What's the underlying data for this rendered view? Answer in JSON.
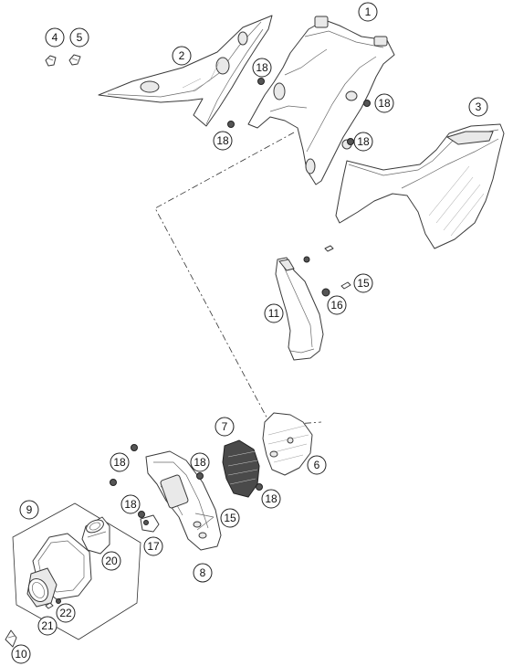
{
  "callouts": [
    {
      "id": "c1",
      "label": "1"
    },
    {
      "id": "c2",
      "label": "2"
    },
    {
      "id": "c3",
      "label": "3"
    },
    {
      "id": "c4",
      "label": "4"
    },
    {
      "id": "c5",
      "label": "5"
    },
    {
      "id": "c6",
      "label": "6"
    },
    {
      "id": "c7",
      "label": "7"
    },
    {
      "id": "c8",
      "label": "8"
    },
    {
      "id": "c9",
      "label": "9"
    },
    {
      "id": "c10",
      "label": "10"
    },
    {
      "id": "c11",
      "label": "11"
    },
    {
      "id": "c15a",
      "label": "15"
    },
    {
      "id": "c15b",
      "label": "15"
    },
    {
      "id": "c16",
      "label": "16"
    },
    {
      "id": "c17",
      "label": "17"
    },
    {
      "id": "c18a",
      "label": "18"
    },
    {
      "id": "c18b",
      "label": "18"
    },
    {
      "id": "c18c",
      "label": "18"
    },
    {
      "id": "c18d",
      "label": "18"
    },
    {
      "id": "c18e",
      "label": "18"
    },
    {
      "id": "c18f",
      "label": "18"
    },
    {
      "id": "c18g",
      "label": "18"
    },
    {
      "id": "c18h",
      "label": "18"
    },
    {
      "id": "c20",
      "label": "20"
    },
    {
      "id": "c21",
      "label": "21"
    },
    {
      "id": "c22",
      "label": "22"
    }
  ]
}
